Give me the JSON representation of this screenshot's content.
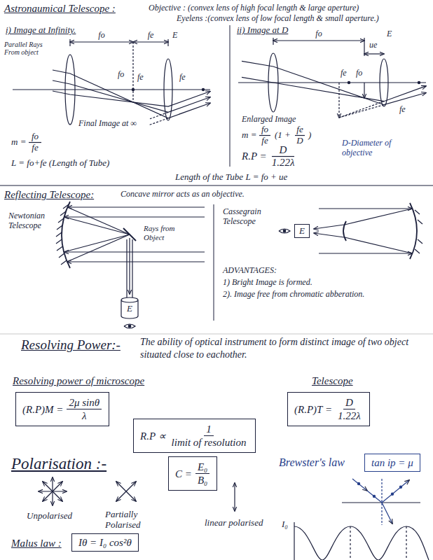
{
  "diagram": {
    "nodes": [
      {
        "text": [
          "E"
        ]
      },
      {
        "text": [
          "E"
        ]
      },
      {
        "text": [
          "(R.P)M =",
          "2μ sinθ",
          "λ"
        ]
      },
      {
        "text": [
          "(R.P)T =",
          "D",
          "1.22λ"
        ]
      },
      {
        "text": [
          "R.P ∝",
          "1",
          "limit of resolution"
        ]
      },
      {
        "text": [
          "C =",
          "E₀",
          "B₀"
        ]
      },
      {
        "text": [
          "tan ip = μ"
        ]
      },
      {
        "text": [
          "Iθ = I₀ cos²θ"
        ]
      }
    ],
    "labels": [
      "Astronaumical Telescope :",
      "Objective : (convex lens of high focal length & large aperture)",
      "Eyelens :(convex lens of low focal length & small aperture.)",
      "i) Image at Infinity.",
      "Parallel Rays From object",
      "fo",
      "fe",
      "E",
      "fo",
      "fe",
      "fe",
      "Final Image at ∞",
      "m =",
      "fo",
      "fe",
      "L = fo+fe (Length of Tube)",
      "ii) Image at D",
      "fo",
      "ue",
      "E",
      "fe",
      "fo",
      "fe",
      "Enlarged Image",
      "m =",
      "fo",
      "fe",
      "(1 +",
      "fe",
      "D",
      ")",
      "R.P =",
      "D",
      "1.22λ",
      "D-Diameter of objective",
      "Length of the Tube L = fo + ue",
      "Reflecting Telescope:",
      "Concave mirror acts as an objective.",
      "Newtonian Telescope",
      "Rays from Object",
      "Cassegrain Telescope",
      "ADVANTAGES:",
      "1) Bright Image is formed.",
      "2). Image free from chromatic abberation.",
      "Resolving Power:-",
      "The ability of optical instrument to form distinct image of two object situated close to eachother.",
      "Resolving power of microscope",
      "Telescope",
      "Polarisation :-",
      "Brewster's law",
      "Unpolarised",
      "Partially Polarised",
      "linear polarised",
      "Malus law :",
      "I₀"
    ]
  }
}
